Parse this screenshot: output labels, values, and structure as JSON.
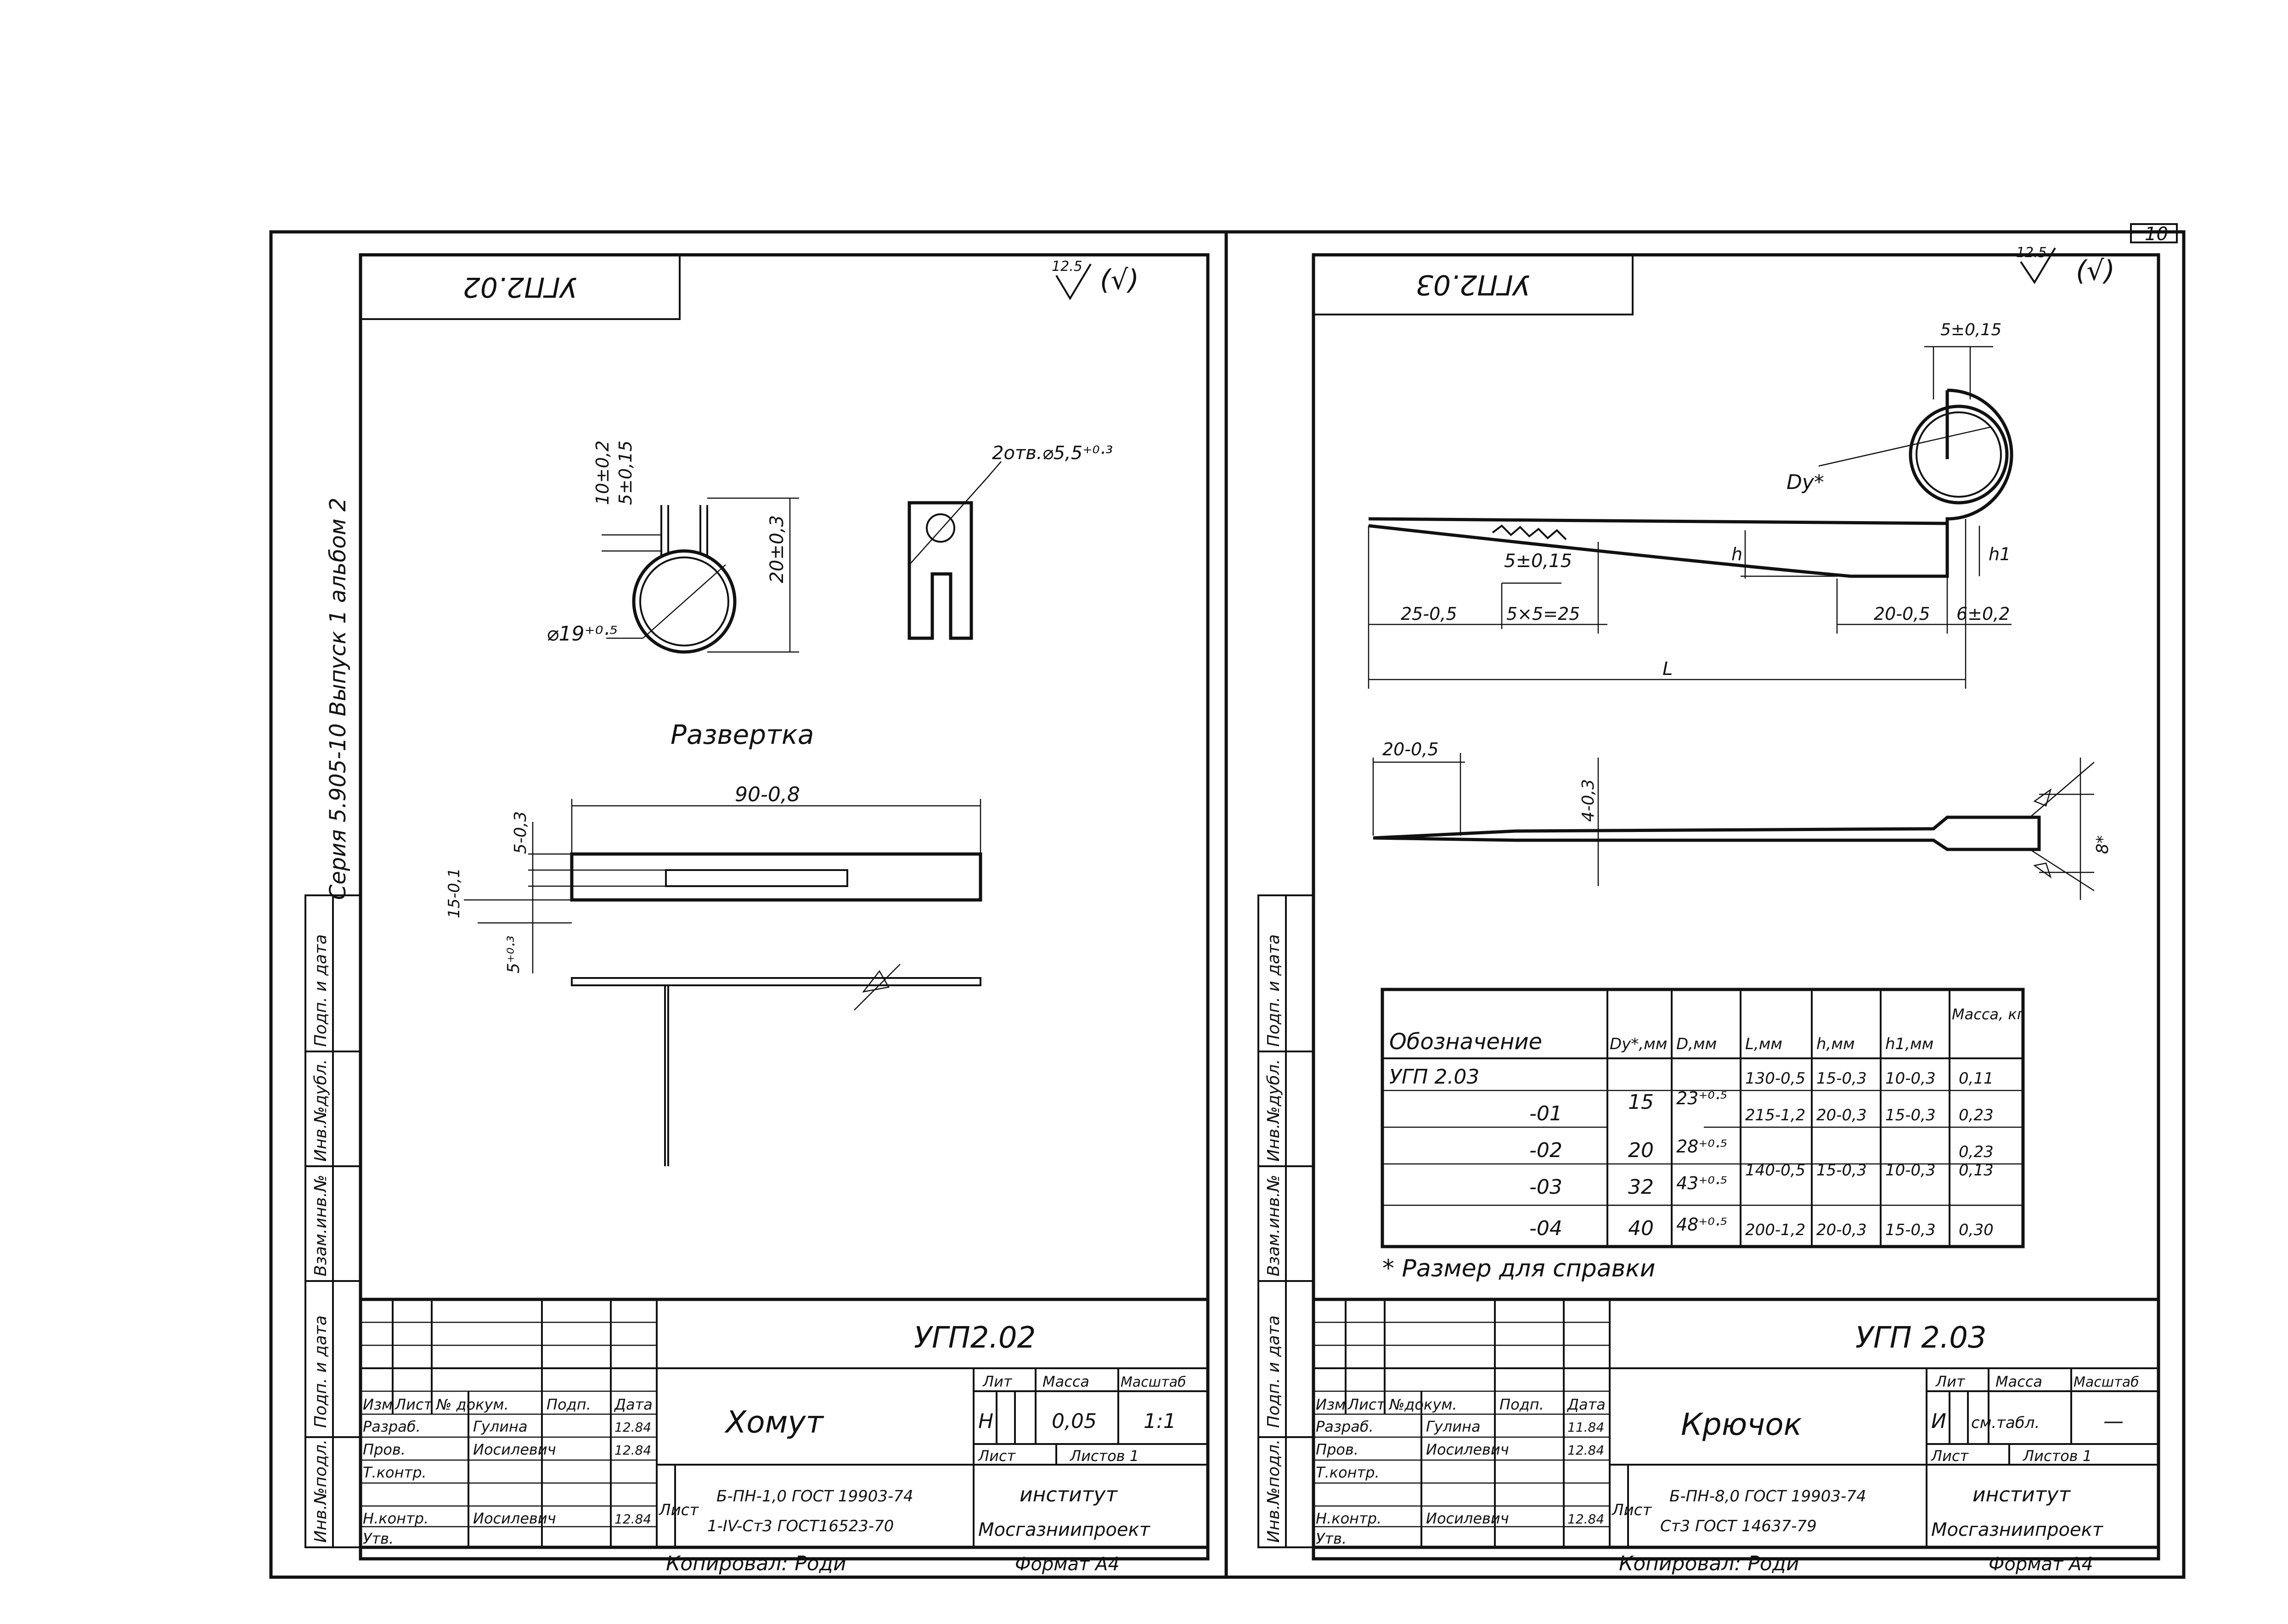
{
  "page_number": "10",
  "series_note": "Серия 5.905-10  Выпуск 1  альбом 2",
  "side_stamp": [
    "Инв.№подл.",
    "Подп. и дата",
    "Взам.инв.№",
    "Инв.№дубл.",
    "Подп. и дата"
  ],
  "left": {
    "top_code": "УГП2.02",
    "roughness": "12.5",
    "roughness_rest": "(√)",
    "dims": {
      "d_outer": "⌀19⁺⁰·⁵",
      "w1": "5±0,15",
      "w2": "10±0,2",
      "h": "20±0,3",
      "holes": "2отв.⌀5,5⁺⁰·³",
      "len": "90-0,8",
      "s1": "5-0,3",
      "s2": "15-0,1",
      "s3": "5⁺⁰·³"
    },
    "razvertka": "Развертка",
    "title_block": {
      "code": "УГП2.02",
      "name": "Хомут",
      "rows_head": [
        "Изм",
        "Лист",
        "№ докум.",
        "Подп.",
        "Дата"
      ],
      "roles": [
        "Разраб.",
        "Пров.",
        "Т.контр.",
        "Н.контр.",
        "Утв."
      ],
      "names": [
        "Гулина",
        "Иосилевич",
        "",
        "Иосилевич",
        ""
      ],
      "dates": [
        "12.84",
        "12.84",
        "",
        "12.84",
        ""
      ],
      "lit": "Лит",
      "lit_val": "Н",
      "massa": "Масса",
      "massa_val": "0,05",
      "masshtab": "Масштаб",
      "masshtab_val": "1:1",
      "list": "Лист",
      "listov": "Листов 1",
      "material1": "Б-ПН-1,0 ГОСТ 19903-74",
      "material2": "1-IV-Ст3 ГОСТ16523-70",
      "org1": "институт",
      "org2": "Мосгазниипроект",
      "copy": "Копировал: Роди",
      "format": "Формат А4"
    }
  },
  "right": {
    "top_code": "УГП2.03",
    "roughness": "12.5",
    "roughness_rest": "(√)",
    "dims": {
      "ring": "5±0,15",
      "du": "Dу*",
      "step": "5±0,15",
      "d25": "25-0,5",
      "d5": "5×5=25",
      "d20": "20-0,5",
      "d6": "6±0,2",
      "L": "L",
      "h": "h",
      "h1": "h1",
      "tip": "20-0,5",
      "th": "4-0,3",
      "b": "8*"
    },
    "table": {
      "headers": [
        "Обозначение",
        "Dу*,мм",
        "D,мм",
        "L,мм",
        "h,мм",
        "h1,мм",
        "Масса, кг"
      ],
      "rows": [
        [
          "УГП 2.03",
          "15",
          "23⁺⁰·⁵",
          "130-0,5",
          "15-0,3",
          "10-0,3",
          "0,11"
        ],
        [
          "-01",
          "",
          "",
          "215-1,2",
          "20-0,3",
          "15-0,3",
          "0,23"
        ],
        [
          "-02",
          "20",
          "28⁺⁰·⁵",
          "",
          "",
          "",
          "0,23"
        ],
        [
          "-03",
          "32",
          "43⁺⁰·⁵",
          "140-0,5",
          "15-0,3",
          "10-0,3",
          "0,13"
        ],
        [
          "-04",
          "40",
          "48⁺⁰·⁵",
          "200-1,2",
          "20-0,3",
          "15-0,3",
          "0,30"
        ]
      ]
    },
    "footnote": "* Размер для справки",
    "title_block": {
      "code": "УГП 2.03",
      "name": "Крючок",
      "rows_head": [
        "Изм",
        "Лист",
        "№докум.",
        "Подп.",
        "Дата"
      ],
      "roles": [
        "Разраб.",
        "Пров.",
        "Т.контр.",
        "Н.контр.",
        "Утв."
      ],
      "names": [
        "Гулина",
        "Иосилевич",
        "",
        "Иосилевич",
        ""
      ],
      "dates": [
        "11.84",
        "12.84",
        "",
        "12.84",
        ""
      ],
      "lit": "Лит",
      "lit_val": "И",
      "massa": "Масса",
      "massa_val": "см.табл.",
      "masshtab": "Масштаб",
      "masshtab_val": "—",
      "list": "Лист",
      "listov": "Листов 1",
      "material1": "Б-ПН-8,0 ГОСТ 19903-74",
      "material2": "Ст3 ГОСТ 14637-79",
      "org1": "институт",
      "org2": "Мосгазниипроект",
      "copy": "Копировал: Роди",
      "format": "Формат А4"
    }
  }
}
